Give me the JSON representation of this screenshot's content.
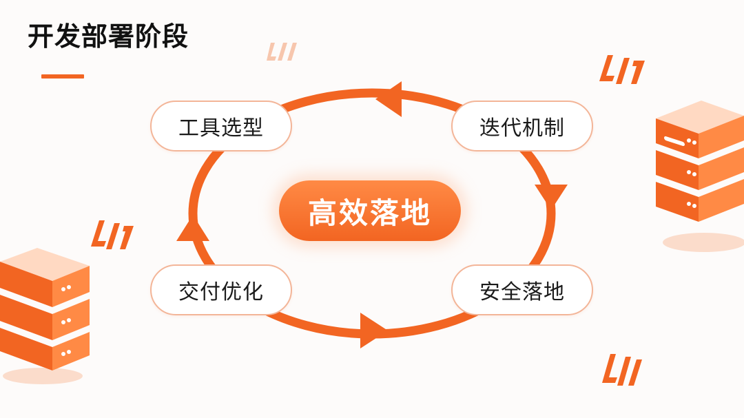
{
  "title": "开发部署阶段",
  "center": {
    "label": "高效落地"
  },
  "nodes": {
    "tools": "工具选型",
    "iteration": "迭代机制",
    "security": "安全落地",
    "delivery": "交付优化"
  },
  "colors": {
    "accent": "#f26522",
    "accent_light": "#ff8a45",
    "node_border": "#f3b598",
    "text": "#111111"
  },
  "icons": {
    "server": "server-stack-icon",
    "slash": "slash-marks-icon"
  }
}
